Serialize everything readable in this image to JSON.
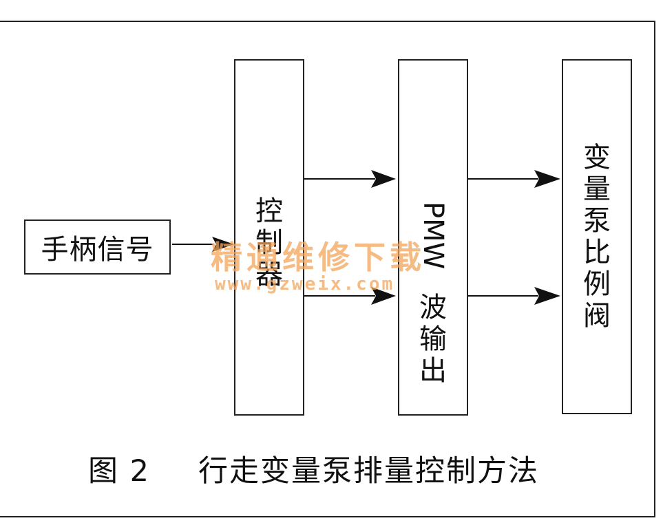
{
  "nodes": {
    "handle": "手柄信号",
    "controller": "控\n制\n器",
    "pwm_top": "PMW",
    "pwm_bottom": "波\n输\n出",
    "valve": "变\n量\n泵\n比\n例\n阀"
  },
  "caption": {
    "figure": "图 2",
    "title": "行走变量泵排量控制方法"
  },
  "watermark": {
    "line1": "精通维修下载",
    "line2": "www.gzweix.com"
  }
}
